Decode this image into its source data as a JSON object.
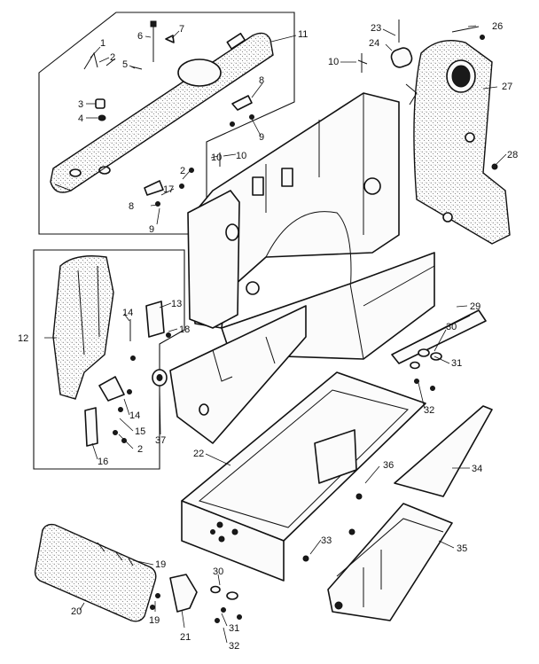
{
  "diagram": {
    "callouts": [
      {
        "id": "c1",
        "text": "1"
      },
      {
        "id": "c2a",
        "text": "2"
      },
      {
        "id": "c3",
        "text": "3"
      },
      {
        "id": "c4",
        "text": "4"
      },
      {
        "id": "c5",
        "text": "5"
      },
      {
        "id": "c6",
        "text": "6"
      },
      {
        "id": "c7",
        "text": "7"
      },
      {
        "id": "c8a",
        "text": "8"
      },
      {
        "id": "c9a",
        "text": "9"
      },
      {
        "id": "c10a",
        "text": "10"
      },
      {
        "id": "c11",
        "text": "11"
      },
      {
        "id": "c2b",
        "text": "2"
      },
      {
        "id": "c17",
        "text": "17"
      },
      {
        "id": "c8b",
        "text": "8"
      },
      {
        "id": "c9b",
        "text": "9"
      },
      {
        "id": "c10b",
        "text": "10"
      },
      {
        "id": "c23",
        "text": "23"
      },
      {
        "id": "c24",
        "text": "24"
      },
      {
        "id": "c10c",
        "text": "10"
      },
      {
        "id": "c26",
        "text": "26"
      },
      {
        "id": "c27",
        "text": "27"
      },
      {
        "id": "c28",
        "text": "28"
      },
      {
        "id": "c12",
        "text": "12"
      },
      {
        "id": "c13",
        "text": "13"
      },
      {
        "id": "c14a",
        "text": "14"
      },
      {
        "id": "c18",
        "text": "18"
      },
      {
        "id": "c14b",
        "text": "14"
      },
      {
        "id": "c15",
        "text": "15"
      },
      {
        "id": "c2c",
        "text": "2"
      },
      {
        "id": "c16",
        "text": "16"
      },
      {
        "id": "c37",
        "text": "37"
      },
      {
        "id": "c29",
        "text": "29"
      },
      {
        "id": "c30a",
        "text": "30"
      },
      {
        "id": "c31a",
        "text": "31"
      },
      {
        "id": "c32a",
        "text": "32"
      },
      {
        "id": "c22",
        "text": "22"
      },
      {
        "id": "c36",
        "text": "36"
      },
      {
        "id": "c34",
        "text": "34"
      },
      {
        "id": "c33",
        "text": "33"
      },
      {
        "id": "c35",
        "text": "35"
      },
      {
        "id": "c19a",
        "text": "19"
      },
      {
        "id": "c20",
        "text": "20"
      },
      {
        "id": "c19b",
        "text": "19"
      },
      {
        "id": "c21",
        "text": "21"
      },
      {
        "id": "c30b",
        "text": "30"
      },
      {
        "id": "c31b",
        "text": "31"
      },
      {
        "id": "c32b",
        "text": "32"
      }
    ]
  }
}
